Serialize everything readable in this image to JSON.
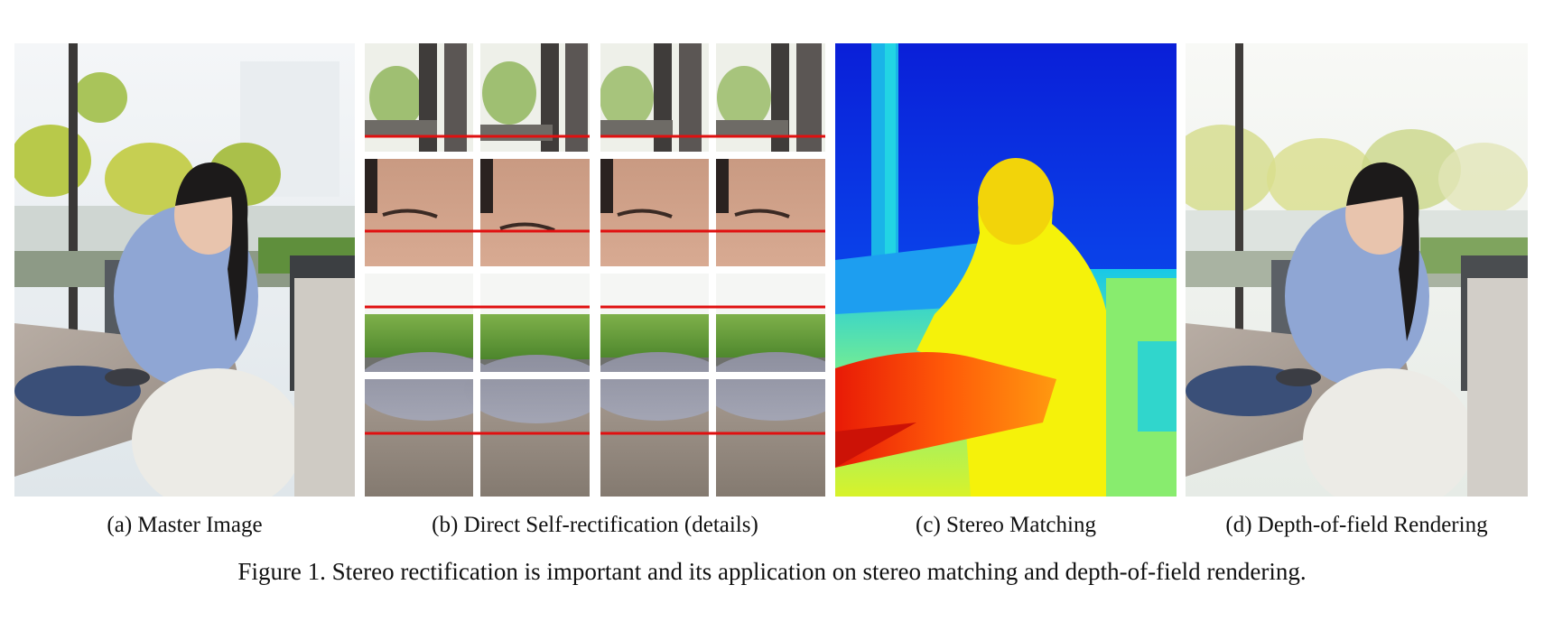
{
  "figure": {
    "caption": "Figure 1. Stereo rectification is important and its application on stereo matching and depth-of-field rendering.",
    "panels": [
      {
        "id": "a",
        "label": "(a) Master Image"
      },
      {
        "id": "b",
        "label": "(b) Direct Self-rectification (details)"
      },
      {
        "id": "c",
        "label": "(c) Stereo Matching"
      },
      {
        "id": "d",
        "label": "(d) Depth-of-field Rendering"
      }
    ]
  },
  "colors": {
    "rectification_line": "#e01010",
    "depth_far": "#0a1fd8",
    "depth_near": "#e81a06"
  }
}
